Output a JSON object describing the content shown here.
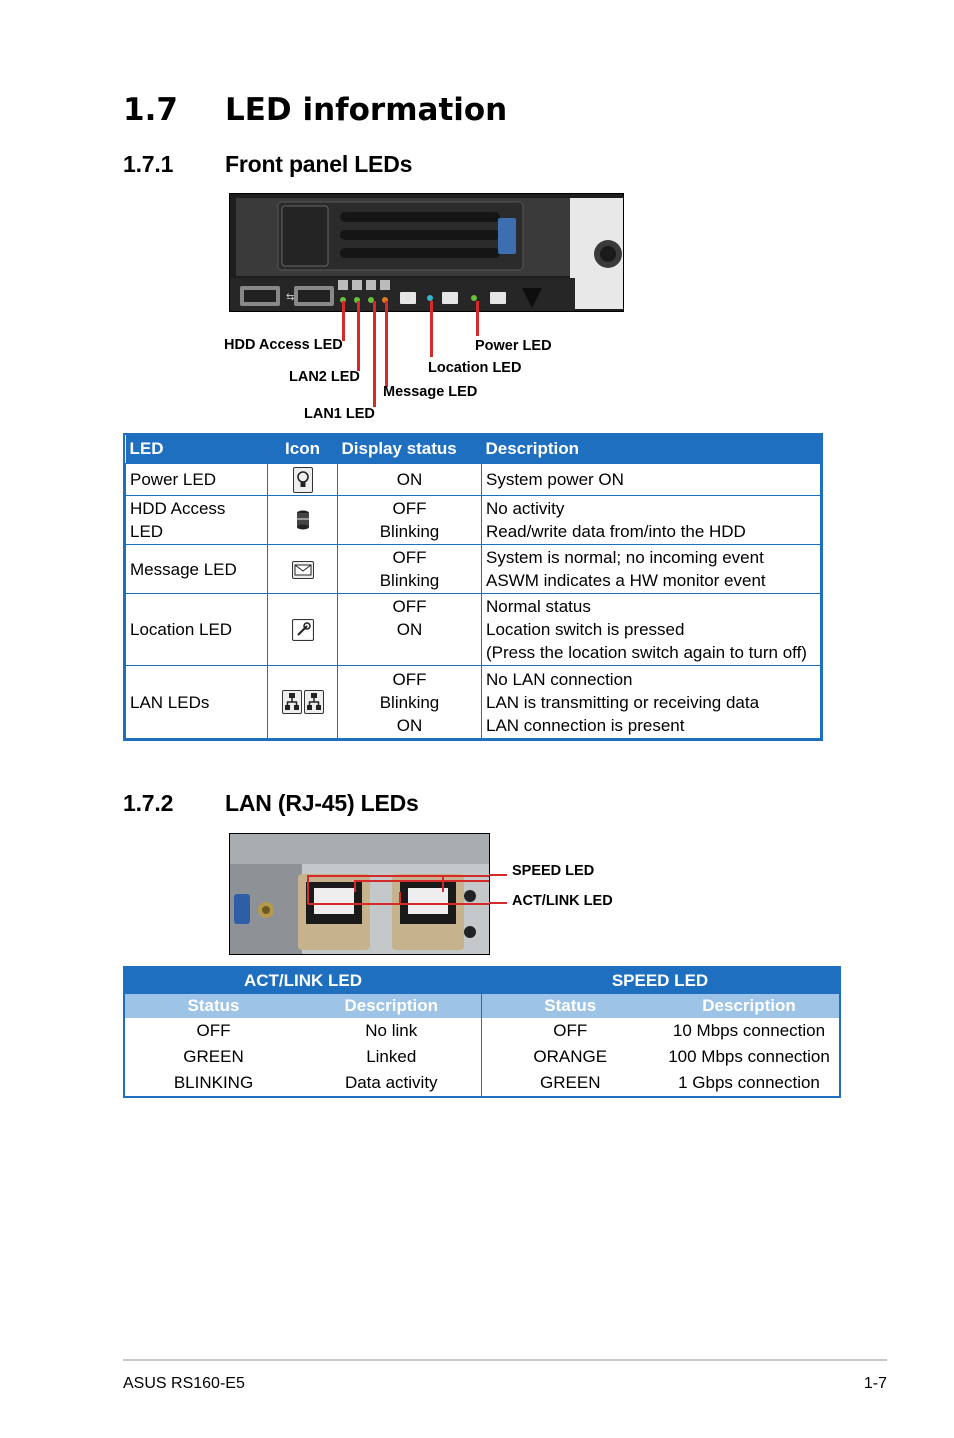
{
  "heading": {
    "number": "1.7",
    "title": "LED information"
  },
  "sections": [
    {
      "number": "1.7.1",
      "title": "Front panel LEDs"
    },
    {
      "number": "1.7.2",
      "title": "LAN (RJ-45) LEDs"
    }
  ],
  "front_callouts": {
    "hdd": "HDD Access LED",
    "lan2": "LAN2 LED",
    "lan1": "LAN1 LED",
    "message": "Message LED",
    "location": "Location LED",
    "power": "Power LED"
  },
  "led_table": {
    "headers": {
      "led": "LED",
      "icon": "Icon",
      "status": "Display status",
      "description": "Description"
    },
    "rows": [
      {
        "led": "Power LED",
        "icon": "bulb-icon",
        "status": [
          "ON"
        ],
        "description": [
          "System power ON"
        ]
      },
      {
        "led": "HDD Access LED",
        "icon": "hdd-icon",
        "status": [
          "OFF",
          "Blinking"
        ],
        "description": [
          "No activity",
          "Read/write data from/into the HDD"
        ]
      },
      {
        "led": "Message LED",
        "icon": "envelope-icon",
        "status": [
          "OFF",
          "Blinking"
        ],
        "description": [
          "System is normal; no incoming event",
          "ASWM indicates a HW monitor event"
        ]
      },
      {
        "led": "Location LED",
        "icon": "location-icon",
        "status": [
          "OFF",
          "ON"
        ],
        "description": [
          "Normal status",
          "Location switch is pressed",
          "(Press the location switch again to turn off)"
        ]
      },
      {
        "led": "LAN LEDs",
        "icon": "network-icon",
        "status": [
          "OFF",
          "Blinking",
          "ON"
        ],
        "description": [
          "No LAN connection",
          "LAN is transmitting or receiving data",
          "LAN connection is present"
        ]
      }
    ]
  },
  "lan_callouts": {
    "speed": "SPEED LED",
    "act": "ACT/LINK LED"
  },
  "speed_table": {
    "group_headers": {
      "act": "ACT/LINK LED",
      "speed": "SPEED LED"
    },
    "sub_headers": {
      "status": "Status",
      "description": "Description"
    },
    "act_rows": [
      {
        "status": "OFF",
        "description": "No link"
      },
      {
        "status": "GREEN",
        "description": "Linked"
      },
      {
        "status": "BLINKING",
        "description": "Data activity"
      }
    ],
    "speed_rows": [
      {
        "status": "OFF",
        "description": "10 Mbps connection"
      },
      {
        "status": "ORANGE",
        "description": "100 Mbps connection"
      },
      {
        "status": "GREEN",
        "description": "1 Gbps connection"
      }
    ]
  },
  "footer": {
    "left": "ASUS RS160-E5",
    "right": "1-7"
  },
  "colors": {
    "accent": "#1f6fc0",
    "subheader": "#9dc3e6",
    "callout_line": "#d42a2a"
  }
}
